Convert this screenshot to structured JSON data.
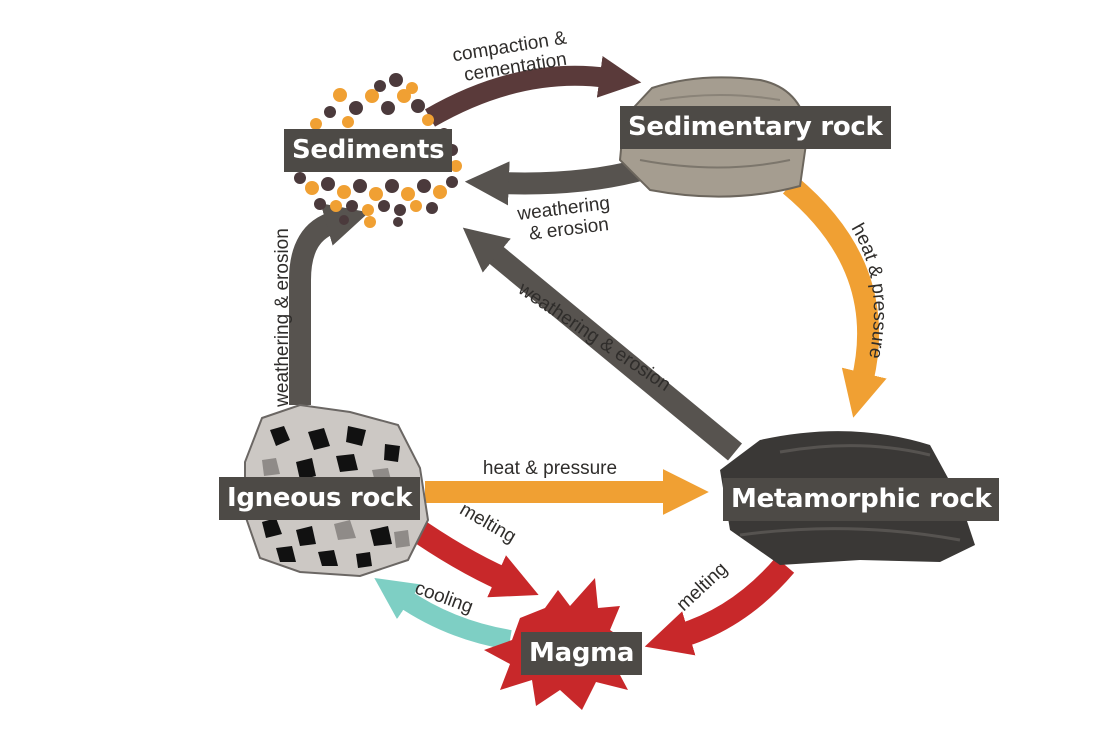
{
  "nodes": {
    "sediments": "Sediments",
    "sedimentary_rock": "Sedimentary rock",
    "igneous_rock": "Igneous rock",
    "metamorphic_rock": "Metamorphic rock",
    "magma": "Magma"
  },
  "edges": {
    "compaction_line1": "compaction &",
    "compaction_line2": "cementation",
    "weathering_sed_line1": "weathering",
    "weathering_sed_line2": "& erosion",
    "weathering_igneous": "weathering & erosion",
    "weathering_meta": "weathering & erosion",
    "heat_pressure_sed_meta": "heat & pressure",
    "heat_pressure_ign_meta": "heat & pressure",
    "melting_ign": "melting",
    "melting_meta": "melting",
    "cooling": "cooling"
  },
  "colors": {
    "label_bg": "#4d4a46",
    "weathering_arrow": "#57534f",
    "compaction_arrow": "#5a3a3a",
    "heat_pressure_arrow": "#f0a033",
    "melting_arrow": "#c8282a",
    "cooling_arrow": "#7ecfc4",
    "magma": "#c8282a"
  }
}
